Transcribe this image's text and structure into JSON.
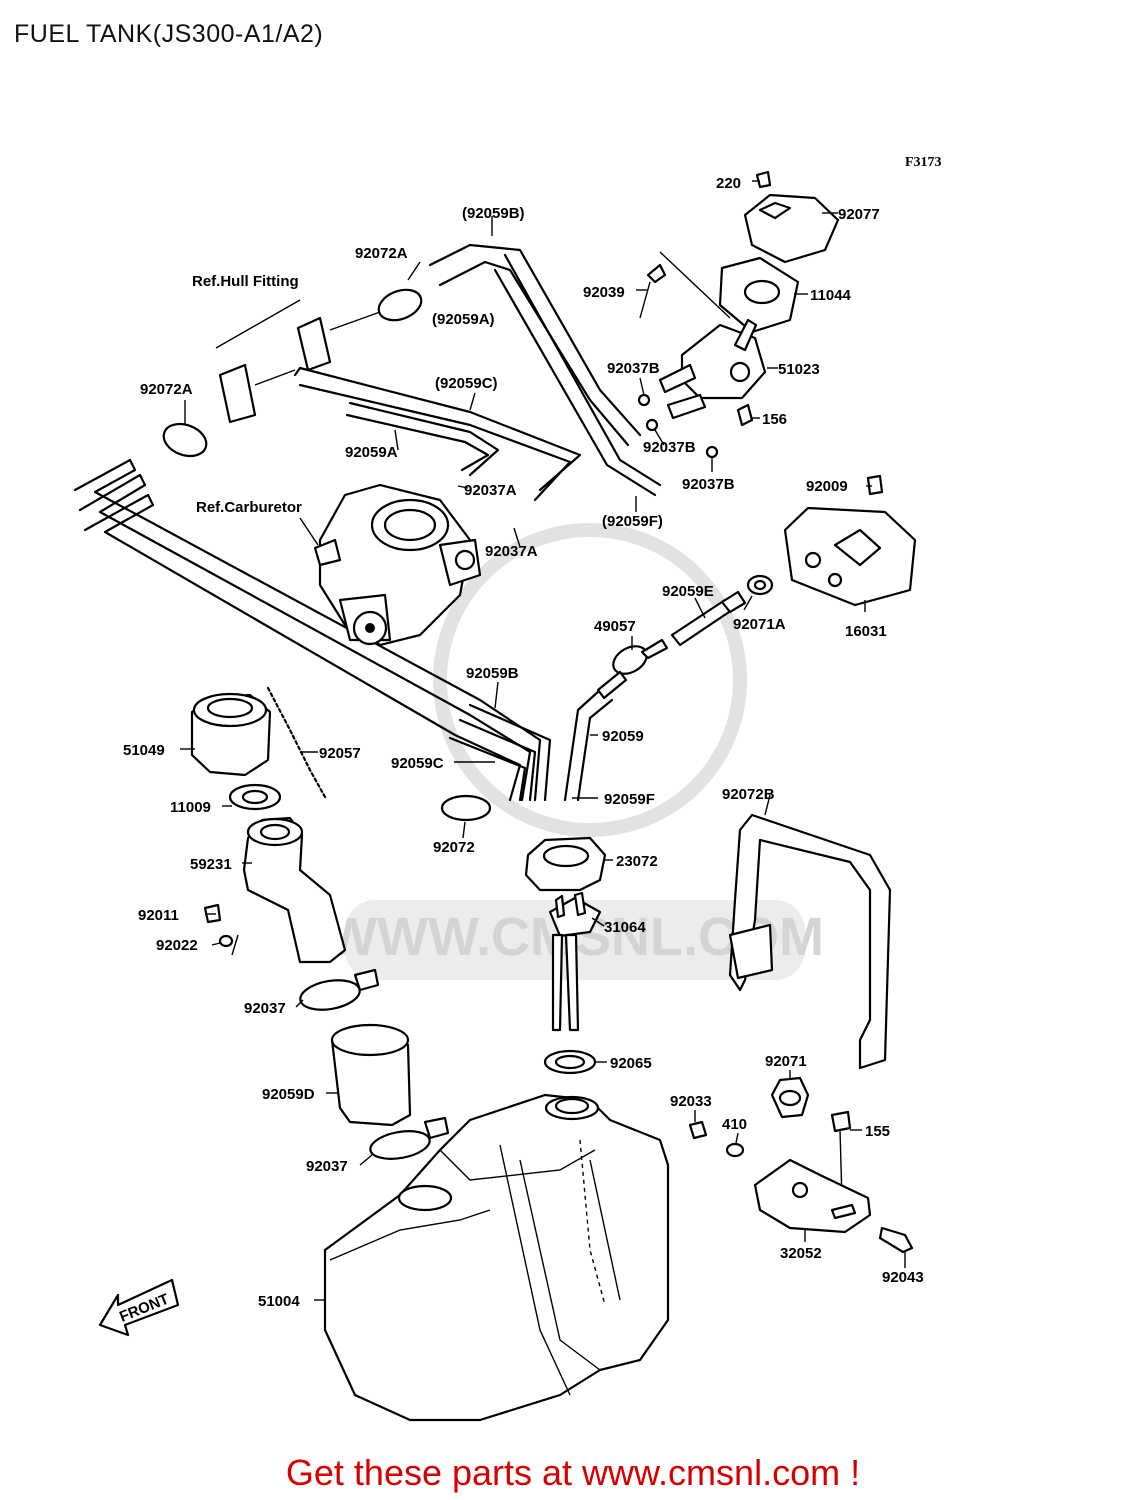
{
  "page": {
    "title": "FUEL TANK(JS300-A1/A2)",
    "figure_code": "F3173",
    "promo": "Get these parts at www.cmsnl.com !",
    "watermark": "WWW.CMSNL.COM"
  },
  "references": {
    "hull_fitting": "Ref.Hull Fitting",
    "carburetor": "Ref.Carburetor",
    "front": "FRONT"
  },
  "parts": {
    "p220": "220",
    "p92077": "92077",
    "p92059B_top": "(92059B)",
    "p92072A_top": "92072A",
    "p92039": "92039",
    "p11044": "11044",
    "p92059A_paren": "(92059A)",
    "p92037B_1": "92037B",
    "p51023": "51023",
    "p92072A_left": "92072A",
    "p92059C_paren": "(92059C)",
    "p156": "156",
    "p92059A": "92059A",
    "p92037B_2": "92037B",
    "p92037B_3": "92037B",
    "p92009": "92009",
    "p92037A_1": "92037A",
    "p92059F_paren": "(92059F)",
    "p92037A_2": "92037A",
    "p92059E": "92059E",
    "p49057": "49057",
    "p92071A": "92071A",
    "p16031": "16031",
    "p92059B": "92059B",
    "p51049": "51049",
    "p92057": "92057",
    "p92059": "92059",
    "p92059C": "92059C",
    "p92059F": "92059F",
    "p11009": "11009",
    "p92072B": "92072B",
    "p92072": "92072",
    "p23072": "23072",
    "p59231": "59231",
    "p31064": "31064",
    "p92011": "92011",
    "p92022": "92022",
    "p92037_1": "92037",
    "p92065": "92065",
    "p92071": "92071",
    "p92059D": "92059D",
    "p92033": "92033",
    "p410": "410",
    "p155": "155",
    "p92037_2": "92037",
    "p32052": "32052",
    "p92043": "92043",
    "p51004": "51004"
  }
}
